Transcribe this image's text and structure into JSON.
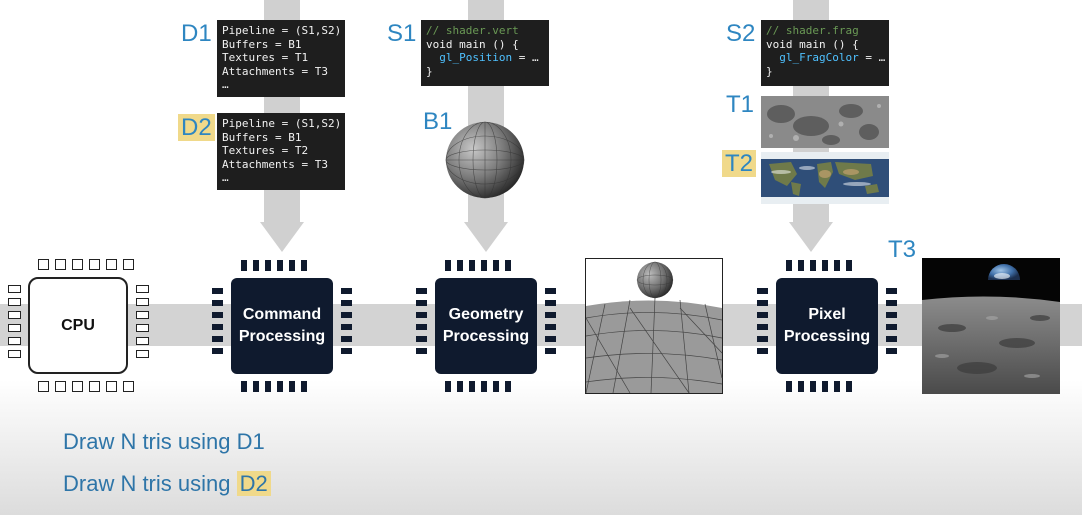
{
  "labels": {
    "d1": "D1",
    "d2": "D2",
    "s1": "S1",
    "s2": "S2",
    "b1": "B1",
    "t1": "T1",
    "t2": "T2",
    "t3": "T3"
  },
  "d1_code": [
    "Pipeline = (S1,S2)",
    "Buffers = B1",
    "Textures = T1",
    "Attachments = T3",
    "…"
  ],
  "d2_code": [
    "Pipeline = (S1,S2)",
    "Buffers = B1",
    "Textures = T2",
    "Attachments = T3",
    "…"
  ],
  "s1_code": {
    "comment": "// shader.vert",
    "line1": "void main () {",
    "line2_ident": "gl_Position",
    "line2_rest": " = …",
    "line3": "}"
  },
  "s2_code": {
    "comment": "// shader.frag",
    "line1": "void main () {",
    "line2_ident": "gl_FragColor",
    "line2_rest": " = …",
    "line3": "}"
  },
  "chips": {
    "cpu": "CPU",
    "command_line1": "Command",
    "command_line2": "Processing",
    "geometry_line1": "Geometry",
    "geometry_line2": "Processing",
    "pixel_line1": "Pixel",
    "pixel_line2": "Processing"
  },
  "bottom": {
    "line1": "Draw N tris using D1",
    "line2_prefix": "Draw N tris using ",
    "line2_highlight": "D2"
  },
  "colors": {
    "label_blue": "#2e86c1",
    "highlight": "#f0d98a",
    "chip": "#0f1a2e",
    "band": "#d3d3d3"
  }
}
